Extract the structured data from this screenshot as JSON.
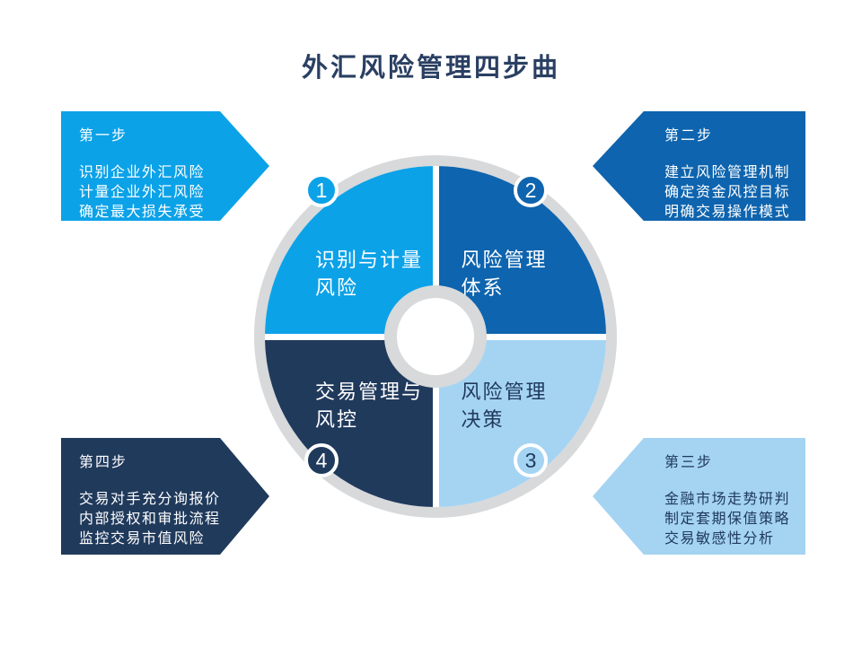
{
  "title": "外汇风险管理四步曲",
  "colors": {
    "bright_blue": "#0CA2E8",
    "medium_blue": "#0E64AE",
    "dark_navy": "#203A5C",
    "light_blue": "#A5D4F3",
    "ring_gray": "#D8D9DA",
    "title_navy": "#2A3F62",
    "white": "#FFFFFF"
  },
  "wheel": {
    "quadrants": [
      {
        "number": "1",
        "lines": [
          "识别与计量",
          "风险"
        ]
      },
      {
        "number": "2",
        "lines": [
          "风险管理",
          "体系"
        ]
      },
      {
        "number": "3",
        "lines": [
          "风险管理",
          "决策"
        ]
      },
      {
        "number": "4",
        "lines": [
          "交易管理与",
          "风控"
        ]
      }
    ]
  },
  "callouts": [
    {
      "step": "第一步",
      "lines": [
        "识别企业外汇风险",
        "计量企业外汇风险",
        "确定最大损失承受"
      ]
    },
    {
      "step": "第二步",
      "lines": [
        "建立风险管理机制",
        "确定资金风控目标",
        "明确交易操作模式"
      ]
    },
    {
      "step": "第三步",
      "lines": [
        "金融市场走势研判",
        "制定套期保值策略",
        "交易敏感性分析"
      ]
    },
    {
      "step": "第四步",
      "lines": [
        "交易对手充分询报价",
        "内部授权和审批流程",
        "监控交易市值风险"
      ]
    }
  ]
}
